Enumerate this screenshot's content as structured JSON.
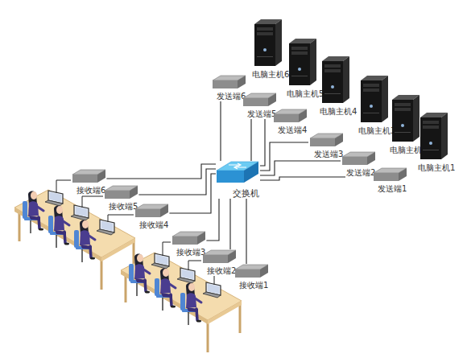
{
  "diagram": {
    "nodes": [
      {
        "text": [
          "电脑主机6"
        ]
      },
      {
        "text": [
          "电脑主机5"
        ]
      },
      {
        "text": [
          "电脑主机4"
        ]
      },
      {
        "text": [
          "电脑主机3"
        ]
      },
      {
        "text": [
          "电脑主机2"
        ]
      },
      {
        "text": [
          "电脑主机1"
        ]
      },
      {
        "text": [
          "发送端6"
        ]
      },
      {
        "text": [
          "发送端5"
        ]
      },
      {
        "text": [
          "发送端4"
        ]
      },
      {
        "text": [
          "发送端3"
        ]
      },
      {
        "text": [
          "发送端2"
        ]
      },
      {
        "text": [
          "发送端1"
        ]
      },
      {
        "text": [
          "交换机"
        ]
      },
      {
        "text": [
          "接收端6"
        ]
      },
      {
        "text": [
          "接收端5"
        ]
      },
      {
        "text": [
          "接收端4"
        ]
      },
      {
        "text": [
          "接收端3"
        ]
      },
      {
        "text": [
          "接收端2"
        ]
      },
      {
        "text": [
          "接收端1"
        ]
      }
    ],
    "edges": [
      {
        "from": 6,
        "to": 12,
        "arrow": "none"
      },
      {
        "from": 7,
        "to": 12,
        "arrow": "none"
      },
      {
        "from": 8,
        "to": 12,
        "arrow": "none"
      },
      {
        "from": 9,
        "to": 12,
        "arrow": "none"
      },
      {
        "from": 10,
        "to": 12,
        "arrow": "none"
      },
      {
        "from": 11,
        "to": 12,
        "arrow": "none"
      },
      {
        "from": 12,
        "to": 13,
        "arrow": "none"
      },
      {
        "from": 12,
        "to": 14,
        "arrow": "none"
      },
      {
        "from": 12,
        "to": 15,
        "arrow": "none"
      },
      {
        "from": 12,
        "to": 16,
        "arrow": "none"
      },
      {
        "from": 12,
        "to": 17,
        "arrow": "none"
      },
      {
        "from": 12,
        "to": 18,
        "arrow": "none"
      }
    ]
  }
}
